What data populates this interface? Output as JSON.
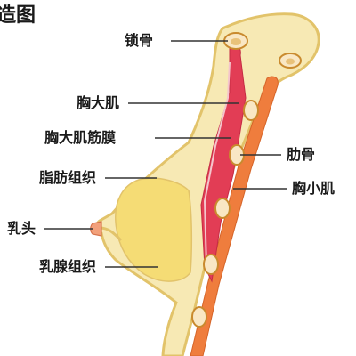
{
  "title": "造图",
  "labels": {
    "clavicle": "锁骨",
    "pectoralis_major": "胸大肌",
    "pectoral_fascia": "胸大肌筋膜",
    "fat_tissue": "脂肪组织",
    "nipple": "乳头",
    "gland_tissue": "乳腺组织",
    "rib": "肋骨",
    "pectoralis_minor": "胸小肌"
  },
  "colors": {
    "skin_outline": "#e2c36a",
    "fat": "#f7e9b4",
    "gland": "#f5dc75",
    "pectoralis_major": "#e23d55",
    "pectoralis_minor": "#ef7d3d",
    "rib": "#f9e7c4",
    "leader_line": "#333333"
  }
}
